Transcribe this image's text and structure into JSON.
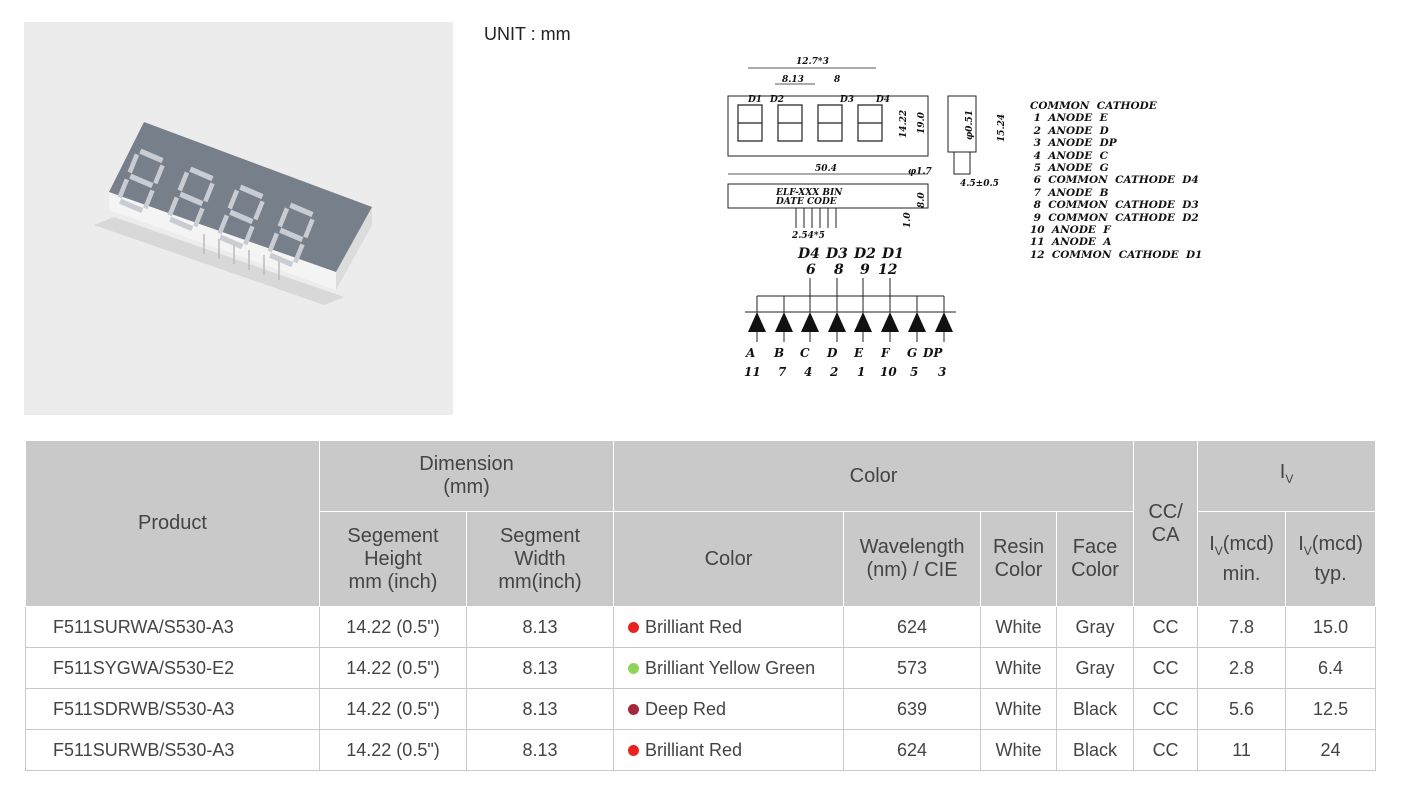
{
  "unit_label": "UNIT : mm",
  "drawing": {
    "top_dim": "12.7*3",
    "seg_width_dim": "8.13",
    "dim_8": "8",
    "digit_labels": [
      "D1",
      "D2",
      "D3",
      "D4"
    ],
    "height_inner": "14.22",
    "height_outer": "19.0",
    "length": "50.4",
    "pin_dia": "φ1.7",
    "side_pin_dia": "φ0.51",
    "side_height": "15.24",
    "side_width": "4.5±0.5",
    "label_line1": "ELF-XXX    BIN",
    "label_line2": "DATE       CODE",
    "thickness": "8.0",
    "base": "1.0",
    "pitch": "2.54*5",
    "schematic_digits": [
      "D4",
      "D3",
      "D2",
      "D1"
    ],
    "schematic_digit_pins": [
      "6",
      "8",
      "9",
      "12"
    ],
    "schematic_segments": [
      "A",
      "B",
      "C",
      "D",
      "E",
      "F",
      "G",
      "DP"
    ],
    "schematic_segment_pins": [
      "11",
      "7",
      "4",
      "2",
      "1",
      "10",
      "5",
      "3"
    ]
  },
  "pin_list": [
    "COMMON  CATHODE",
    " 1  ANODE  E",
    " 2  ANODE  D",
    " 3  ANODE  DP",
    " 4  ANODE  C",
    " 5  ANODE  G",
    " 6  COMMON  CATHODE  D4",
    " 7  ANODE  B",
    " 8  COMMON  CATHODE  D3",
    " 9  COMMON  CATHODE  D2",
    "10  ANODE  F",
    "11  ANODE  A",
    "12  COMMON  CATHODE  D1"
  ],
  "table": {
    "h_product": "Product",
    "h_dimension_1": "Dimension",
    "h_dimension_2": "(mm)",
    "h_color_group": "Color",
    "h_ccca_1": "CC/",
    "h_ccca_2": "CA",
    "h_iv_group": "I",
    "h_iv_sub": "V",
    "h_seg_height": [
      "Segement",
      "Height",
      "mm (inch)"
    ],
    "h_seg_width": [
      "Segment",
      "Width",
      "mm(inch)"
    ],
    "h_color": "Color",
    "h_wavelength": [
      "Wavelength",
      "(nm) / CIE"
    ],
    "h_resin": [
      "Resin",
      "Color"
    ],
    "h_face": [
      "Face",
      "Color"
    ],
    "h_iv_min": [
      "I",
      "V",
      "(mcd)",
      "min."
    ],
    "h_iv_typ": [
      "I",
      "V",
      "(mcd)",
      "typ."
    ],
    "rows": [
      {
        "product": "F511SURWA/S530-A3",
        "seg_height": "14.22 (0.5\")",
        "seg_width": "8.13",
        "color": "Brilliant Red",
        "dot": "#e8231f",
        "wavelength": "624",
        "resin": "White",
        "face": "Gray",
        "ccca": "CC",
        "iv_min": "7.8",
        "iv_typ": "15.0"
      },
      {
        "product": "F511SYGWA/S530-E2",
        "seg_height": "14.22 (0.5\")",
        "seg_width": "8.13",
        "color": "Brilliant Yellow Green",
        "dot": "#8fd45a",
        "wavelength": "573",
        "resin": "White",
        "face": "Gray",
        "ccca": "CC",
        "iv_min": "2.8",
        "iv_typ": "6.4"
      },
      {
        "product": "F511SDRWB/S530-A3",
        "seg_height": "14.22 (0.5\")",
        "seg_width": "8.13",
        "color": "Deep Red",
        "dot": "#a3283a",
        "wavelength": "639",
        "resin": "White",
        "face": "Black",
        "ccca": "CC",
        "iv_min": "5.6",
        "iv_typ": "12.5"
      },
      {
        "product": "F511SURWB/S530-A3",
        "seg_height": "14.22 (0.5\")",
        "seg_width": "8.13",
        "color": "Brilliant Red",
        "dot": "#e8231f",
        "wavelength": "624",
        "resin": "White",
        "face": "Black",
        "ccca": "CC",
        "iv_min": "11",
        "iv_typ": "24"
      }
    ]
  }
}
